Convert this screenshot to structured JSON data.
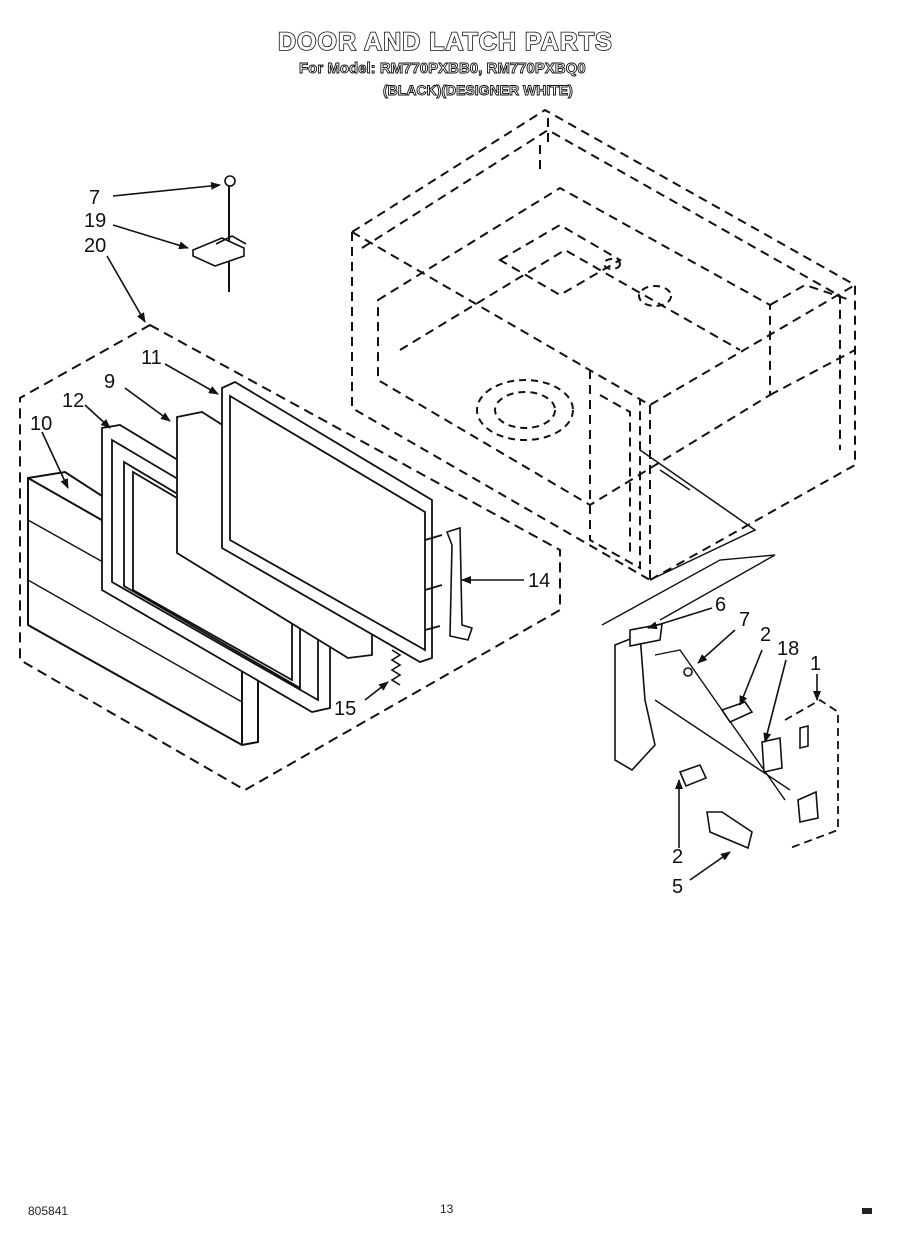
{
  "header": {
    "title": "DOOR AND LATCH PARTS",
    "models": "For Model: RM770PXBB0, RM770PXBQ0",
    "colors": "(BLACK)(DESIGNER WHITE)"
  },
  "callouts": [
    {
      "id": "c7a",
      "label": "7"
    },
    {
      "id": "c19",
      "label": "19"
    },
    {
      "id": "c20",
      "label": "20"
    },
    {
      "id": "c11",
      "label": "11"
    },
    {
      "id": "c9",
      "label": "9"
    },
    {
      "id": "c12",
      "label": "12"
    },
    {
      "id": "c10",
      "label": "10"
    },
    {
      "id": "c14",
      "label": "14"
    },
    {
      "id": "c15",
      "label": "15"
    },
    {
      "id": "c6",
      "label": "6"
    },
    {
      "id": "c7b",
      "label": "7"
    },
    {
      "id": "c2a",
      "label": "2"
    },
    {
      "id": "c18",
      "label": "18"
    },
    {
      "id": "c1",
      "label": "1"
    },
    {
      "id": "c2b",
      "label": "2"
    },
    {
      "id": "c5",
      "label": "5"
    }
  ],
  "footer": {
    "doc_number": "805841",
    "page_number": "13"
  }
}
